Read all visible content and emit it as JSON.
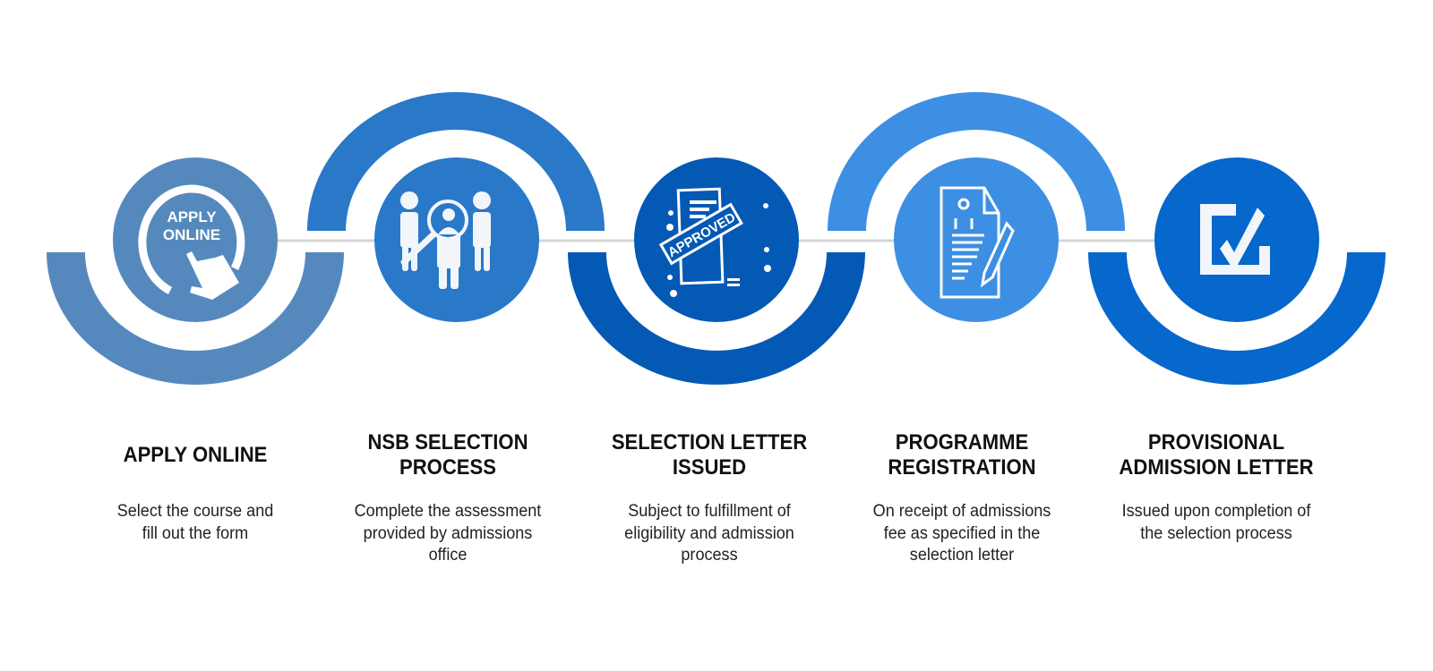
{
  "colors": {
    "step1": "#5589be",
    "step2": "#2a78c8",
    "step3": "#0459b4",
    "step4": "#3d8fe3",
    "step5": "#0667cc",
    "connector": "#d0d0d0",
    "icon": "#f2f6fb"
  },
  "steps": [
    {
      "title": [
        "APPLY ONLINE"
      ],
      "desc": [
        "Select the course and",
        "fill out the form"
      ],
      "icon": "apply-online-click-icon",
      "icon_text": [
        "APPLY",
        "ONLINE"
      ]
    },
    {
      "title": [
        "NSB SELECTION",
        "PROCESS"
      ],
      "desc": [
        "Complete the assessment",
        "provided by admissions",
        "office"
      ],
      "icon": "candidate-search-icon"
    },
    {
      "title": [
        "SELECTION LETTER",
        "ISSUED"
      ],
      "desc": [
        "Subject to fulfillment of",
        "eligibility and admission",
        "process"
      ],
      "icon": "approved-document-icon",
      "icon_text": [
        "APPROVED"
      ]
    },
    {
      "title": [
        "PROGRAMME",
        "REGISTRATION"
      ],
      "desc": [
        "On receipt of admissions",
        "fee as specified in the",
        "selection letter"
      ],
      "icon": "registration-form-pencil-icon"
    },
    {
      "title": [
        "PROVISIONAL",
        "ADMISSION LETTER"
      ],
      "desc": [
        "Issued upon completion of",
        "the selection process"
      ],
      "icon": "checkbox-checked-icon"
    }
  ]
}
